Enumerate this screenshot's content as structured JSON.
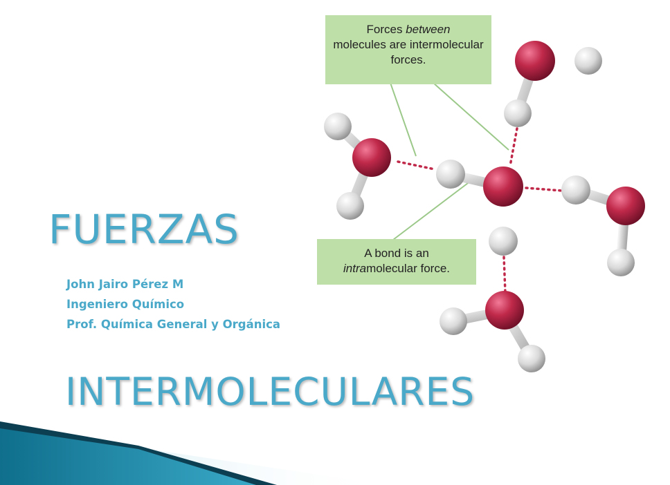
{
  "title": {
    "line1": "FUERZAS",
    "line2": "INTERMOLECULARES"
  },
  "author": {
    "name": "John Jairo Pérez M",
    "role": "Ingeniero Químico",
    "position": "Prof. Química General y Orgánica"
  },
  "callouts": {
    "intermolecular": {
      "part1": "Forces ",
      "emphasis": "between",
      "part2": "molecules are intermolecular forces."
    },
    "intramolecular": {
      "part1": "A bond is an ",
      "emphasis": "intra",
      "part2": "molecular force."
    }
  },
  "colors": {
    "title": "#4aa9c9",
    "callout_bg": "#bfdfa9",
    "oxygen": "#b21f45",
    "hydrogen": "#d8d8d8",
    "hydrogen_bond": "#c0294a",
    "leader_line": "#9cc98a"
  }
}
